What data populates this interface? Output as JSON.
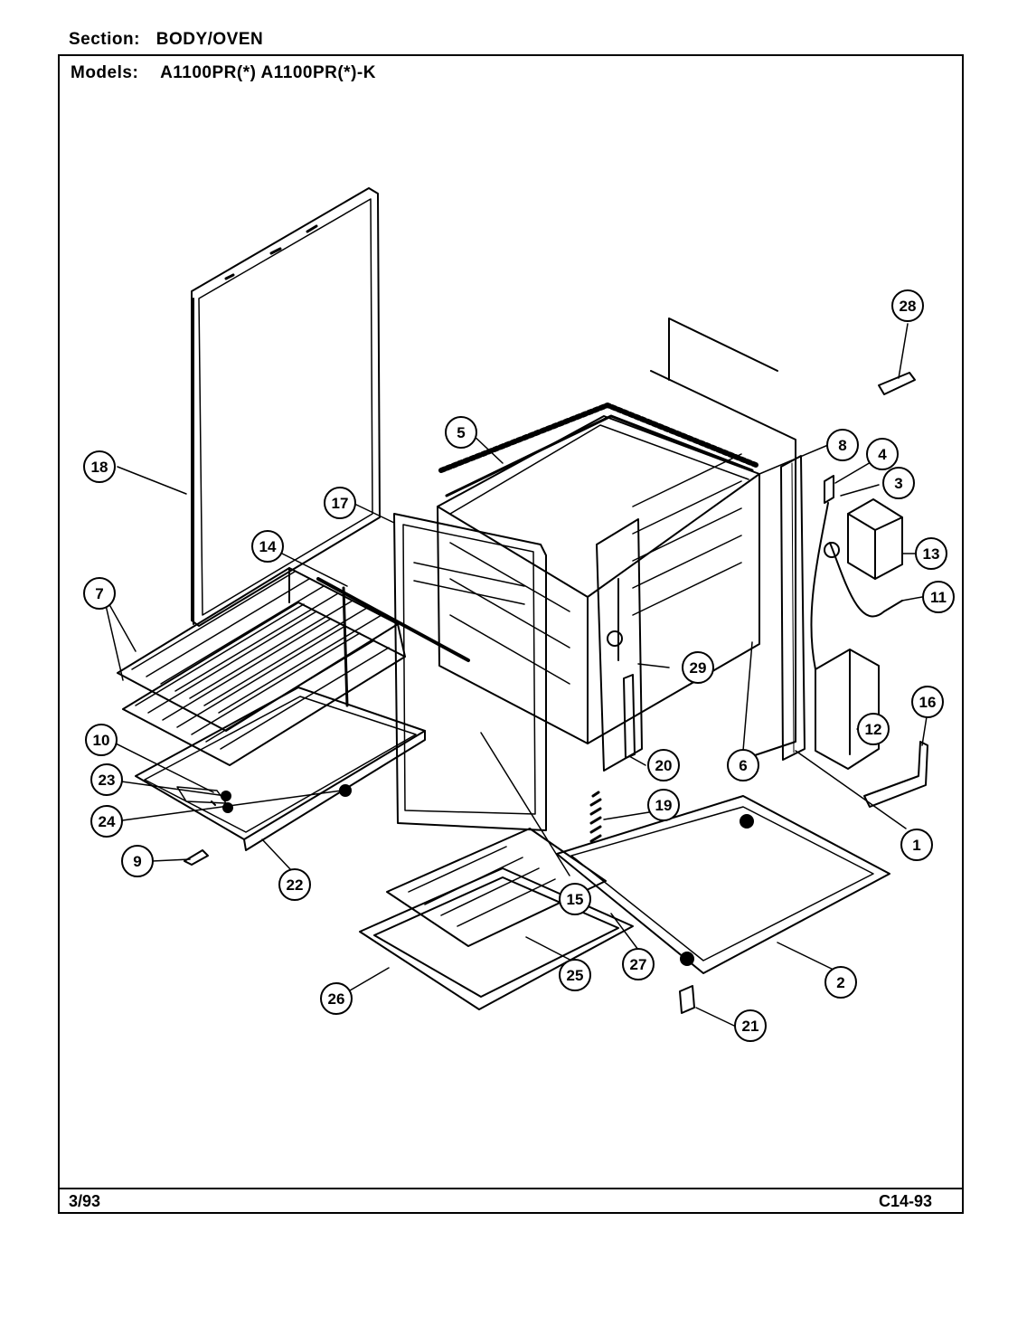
{
  "header": {
    "section_label": "Section:",
    "section_value": "BODY/OVEN",
    "models_label": "Models:",
    "models_value": "A1100PR(*)  A1100PR(*)-K"
  },
  "footer": {
    "date": "3/93",
    "code": "C14-93"
  },
  "callouts": [
    "1",
    "2",
    "3",
    "4",
    "5",
    "6",
    "7",
    "8",
    "9",
    "10",
    "11",
    "12",
    "13",
    "14",
    "15",
    "16",
    "17",
    "18",
    "19",
    "20",
    "21",
    "22",
    "23",
    "24",
    "25",
    "26",
    "27",
    "28",
    "29"
  ]
}
